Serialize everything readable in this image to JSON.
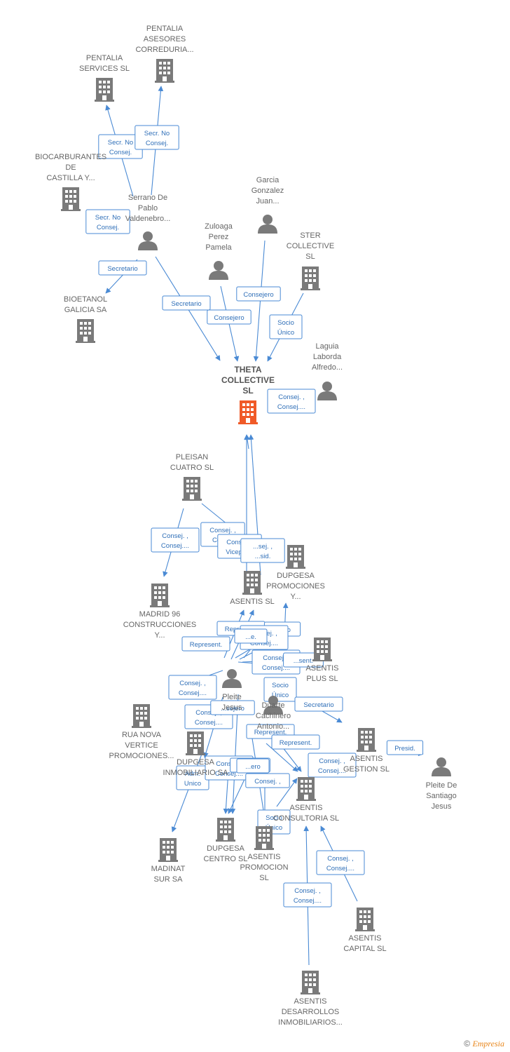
{
  "colors": {
    "edge": "#4a8ad4",
    "node": "#7a7a7a",
    "focus": "#f05a28",
    "label": "#666666"
  },
  "nodes": [
    {
      "id": "pentalia_asesores",
      "type": "company",
      "lines": [
        "PENTALIA",
        "ASESORES",
        "CORREDURIA..."
      ]
    },
    {
      "id": "pentalia_services",
      "type": "company",
      "lines": [
        "PENTALIA",
        "SERVICES SL"
      ]
    },
    {
      "id": "biocarburantes",
      "type": "company",
      "lines": [
        "BIOCARBURANTES",
        "DE",
        "CASTILLA Y..."
      ]
    },
    {
      "id": "serrano",
      "type": "person",
      "lines": [
        "Serrano De",
        "Pablo",
        "Valdenebro..."
      ]
    },
    {
      "id": "garcia",
      "type": "person",
      "lines": [
        "Garcia",
        "Gonzalez",
        "Juan..."
      ]
    },
    {
      "id": "zuloaga",
      "type": "person",
      "lines": [
        "Zuloaga",
        "Perez",
        "Pamela"
      ]
    },
    {
      "id": "ster",
      "type": "company",
      "lines": [
        "STER",
        "COLLECTIVE",
        "SL"
      ]
    },
    {
      "id": "bioetanol",
      "type": "company",
      "lines": [
        "BIOETANOL",
        "GALICIA SA"
      ]
    },
    {
      "id": "theta",
      "type": "focus",
      "lines": [
        "THETA",
        "COLLECTIVE",
        "SL"
      ]
    },
    {
      "id": "laguia",
      "type": "person",
      "lines": [
        "Laguia",
        "Laborda",
        "Alfredo..."
      ]
    },
    {
      "id": "pleisan",
      "type": "company",
      "lines": [
        "PLEISAN",
        "CUATRO  SL"
      ]
    },
    {
      "id": "madrid96",
      "type": "company",
      "lines": [
        "MADRID 96",
        "CONSTRUCCIONES",
        "Y..."
      ]
    },
    {
      "id": "dupgesa_prom",
      "type": "company",
      "lines": [
        "DUPGESA",
        "PROMOCIONES",
        "Y..."
      ]
    },
    {
      "id": "asentis_sl",
      "type": "company",
      "lines": [
        "ASENTIS  SL"
      ]
    },
    {
      "id": "asentis_plus",
      "type": "company",
      "lines": [
        "ASENTIS",
        "PLUS  SL"
      ]
    },
    {
      "id": "pleite_center",
      "type": "person",
      "lines": [
        "Pleite",
        "Jesus"
      ]
    },
    {
      "id": "duarte",
      "type": "person",
      "lines": [
        "Duarte",
        "Cachinero",
        "Antonio..."
      ]
    },
    {
      "id": "rua_nova",
      "type": "company",
      "lines": [
        "RUA NOVA",
        "VERTICE",
        "PROMOCIONES..."
      ]
    },
    {
      "id": "dupgesa_inm",
      "type": "company",
      "lines": [
        "DUPGESA",
        "INMOBILIARIO SA"
      ]
    },
    {
      "id": "asentis_gestion",
      "type": "company",
      "lines": [
        "ASENTIS",
        "GESTION  SL"
      ]
    },
    {
      "id": "pleite_right",
      "type": "person",
      "lines": [
        "Pleite De",
        "Santiago",
        "Jesus"
      ]
    },
    {
      "id": "asentis_consultoria",
      "type": "company",
      "lines": [
        "ASENTIS",
        "CONSULTORIA SL"
      ]
    },
    {
      "id": "madinat",
      "type": "company",
      "lines": [
        "MADINAT",
        "SUR SA"
      ]
    },
    {
      "id": "dupgesa_centro",
      "type": "company",
      "lines": [
        "DUPGESA",
        "CENTRO SL"
      ]
    },
    {
      "id": "asentis_promocion",
      "type": "company",
      "lines": [
        "ASENTIS",
        "PROMOCION",
        "SL"
      ]
    },
    {
      "id": "asentis_capital",
      "type": "company",
      "lines": [
        "ASENTIS",
        "CAPITAL  SL"
      ]
    },
    {
      "id": "asentis_desarrollos",
      "type": "company",
      "lines": [
        "ASENTIS",
        "DESARROLLOS",
        "INMOBILIARIOS..."
      ]
    }
  ],
  "edge_labels": [
    [
      "Secr.  No",
      "Consej."
    ],
    [
      "Secr.  No",
      "Consej."
    ],
    [
      "Secr.  No",
      "Consej."
    ],
    [
      "Secretario"
    ],
    [
      "Secretario"
    ],
    [
      "Consejero"
    ],
    [
      "Consejero"
    ],
    [
      "Socio",
      "Único"
    ],
    [
      "Consej. ,",
      "Consej...."
    ],
    [
      "Consej. ,",
      "Consej...."
    ],
    [
      "Consej. ,",
      "Cons..."
    ],
    [
      "Consej. ,",
      "Vicepres."
    ],
    [
      "...sej. ,",
      "...sid."
    ],
    [
      "Represent."
    ],
    [
      "Represent."
    ],
    [
      "...jero"
    ],
    [
      "Consej. ,",
      "Consej...."
    ],
    [
      "...e."
    ],
    [
      "Consej. ,",
      "Consej...."
    ],
    [
      "...sent."
    ],
    [
      "Consej. ,",
      "Consej...."
    ],
    [
      "Consej. ,",
      "Consej...."
    ],
    [
      "Socio",
      "Único"
    ],
    [
      "...sejero"
    ],
    [
      "Secretario"
    ],
    [
      "Represent."
    ],
    [
      "Represent."
    ],
    [
      "Consej. ,",
      "Consej...."
    ],
    [
      "Presid."
    ],
    [
      "Adm.",
      "Unico"
    ],
    [
      "Consej. ,",
      "Consej...."
    ],
    [
      "...ej. ,"
    ],
    [
      "...ero"
    ],
    [
      "Consej. ,"
    ],
    [
      "Socio",
      "Único"
    ],
    [
      "Consej. ,",
      "Consej...."
    ],
    [
      "Consej. ,",
      "Consej...."
    ]
  ],
  "footer": {
    "copyright": "©",
    "brand": "Empresia"
  }
}
